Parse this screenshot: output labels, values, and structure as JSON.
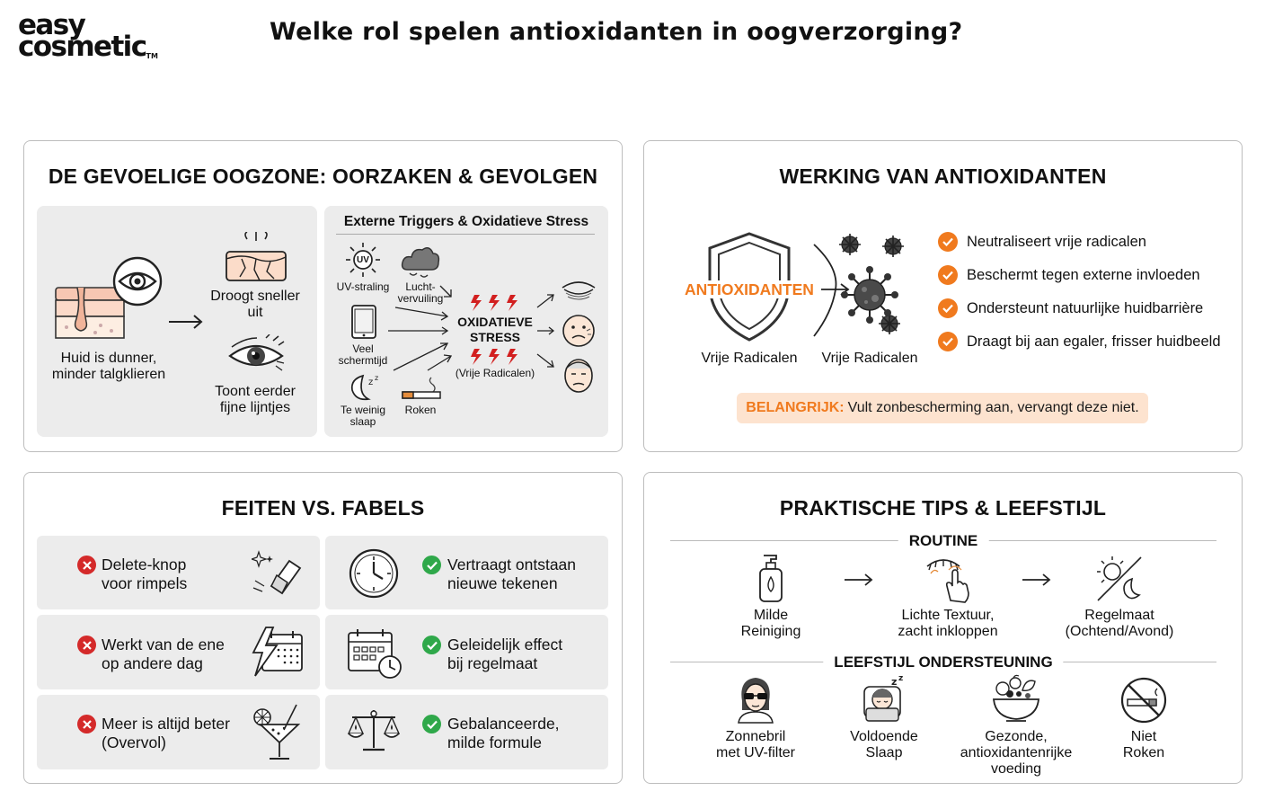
{
  "logo": {
    "line1": "easy",
    "line2": "cosmetic",
    "tm": "TM"
  },
  "page_title": "Welke rol spelen antioxidanten in oogverzorging?",
  "panel1": {
    "title": "DE GEVOELIGE OOGZONE: OORZAKEN & GEVOLGEN",
    "skin_label": "Huid is dunner, minder talgklieren",
    "dry_label": "Droogt sneller uit",
    "lines_label": "Toont eerder fijne lijntjes",
    "triggers_title": "Externe Triggers & Oxidatieve Stress",
    "uv_badge": "UV",
    "uv_label": "UV-straling",
    "air_label": "Lucht-vervuiling",
    "screen_label": "Veel schermtijd",
    "sleep_label": "Te weinig slaap",
    "smoke_label": "Roken",
    "stress_label_1": "OXIDATIEVE",
    "stress_label_2": "STRESS",
    "stress_sub": "(Vrije Radicalen)"
  },
  "panel2": {
    "title": "WERKING VAN ANTIOXIDANTEN",
    "shield_text": "ANTIOXIDANTEN",
    "caption_left": "Vrije Radicalen",
    "caption_right": "Vrije Radicalen",
    "benefits": [
      "Neutraliseert vrije radicalen",
      "Beschermt tegen externe invloeden",
      "Ondersteunt natuurlijke huidbarrière",
      "Draagt bij aan egaler, frisser huidbeeld"
    ],
    "important_label": "BELANGRIJK:",
    "important_text": "Vult zonbescherming aan, vervangt deze niet."
  },
  "panel3": {
    "title": "FEITEN VS. FABELS",
    "myths": [
      {
        "line1": "Delete-knop",
        "line2": "voor rimpels"
      },
      {
        "line1": "Werkt van de ene",
        "line2": "op andere dag"
      },
      {
        "line1": "Meer is altijd beter",
        "line2": "(Overvol)"
      }
    ],
    "facts": [
      {
        "line1": "Vertraagt ontstaan",
        "line2": "nieuwe tekenen"
      },
      {
        "line1": "Geleidelijk effect",
        "line2": "bij regelmaat"
      },
      {
        "line1": "Gebalanceerde,",
        "line2": "milde formule"
      }
    ]
  },
  "panel4": {
    "title": "PRAKTISCHE TIPS & LEEFSTIJL",
    "routine_heading": "ROUTINE",
    "routine": [
      {
        "line1": "Milde",
        "line2": "Reiniging"
      },
      {
        "line1": "Lichte Textuur,",
        "line2": "zacht inkloppen"
      },
      {
        "line1": "Regelmaat",
        "line2": "(Ochtend/Avond)"
      }
    ],
    "lifestyle_heading": "LEEFSTIJL ONDERSTEUNING",
    "lifestyle": [
      {
        "line1": "Zonnebril",
        "line2": "met UV-filter",
        "line3": ""
      },
      {
        "line1": "Voldoende",
        "line2": "Slaap",
        "line3": ""
      },
      {
        "line1": "Gezonde,",
        "line2": "antioxidantenrijke",
        "line3": "voeding"
      },
      {
        "line1": "Niet",
        "line2": "Roken",
        "line3": ""
      }
    ]
  },
  "colors": {
    "accent_orange": "#f07a1e",
    "myth_red": "#d42a2a",
    "fact_green": "#2fa84a",
    "stress_red": "#d21f1f",
    "panel_gray": "#ececec",
    "important_bg": "#fde3cf"
  },
  "icons": [
    "eye-icon",
    "skin-layers-icon",
    "cracked-skin-icon",
    "wrinkled-eye-icon",
    "sun-uv-icon",
    "smog-cloud-icon",
    "tablet-icon",
    "moon-sleep-icon",
    "cigarette-icon",
    "lightning-icon",
    "shield-icon",
    "virus-icon",
    "check-icon",
    "eraser-icon",
    "calendar-lightning-icon",
    "cocktail-icon",
    "clock-icon",
    "calendar-clock-icon",
    "scale-icon",
    "cross-icon",
    "pump-bottle-icon",
    "finger-tap-eye-icon",
    "sun-moon-icon",
    "sunglasses-person-icon",
    "sleeping-person-icon",
    "healthy-food-bowl-icon",
    "no-smoking-icon"
  ]
}
